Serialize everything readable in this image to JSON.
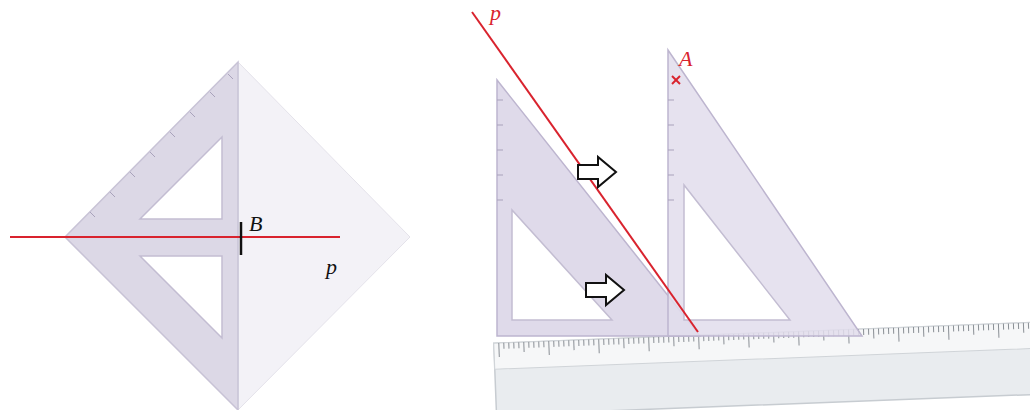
{
  "diagram": {
    "labels": [
      "B",
      "p",
      "p",
      "A"
    ]
  }
}
